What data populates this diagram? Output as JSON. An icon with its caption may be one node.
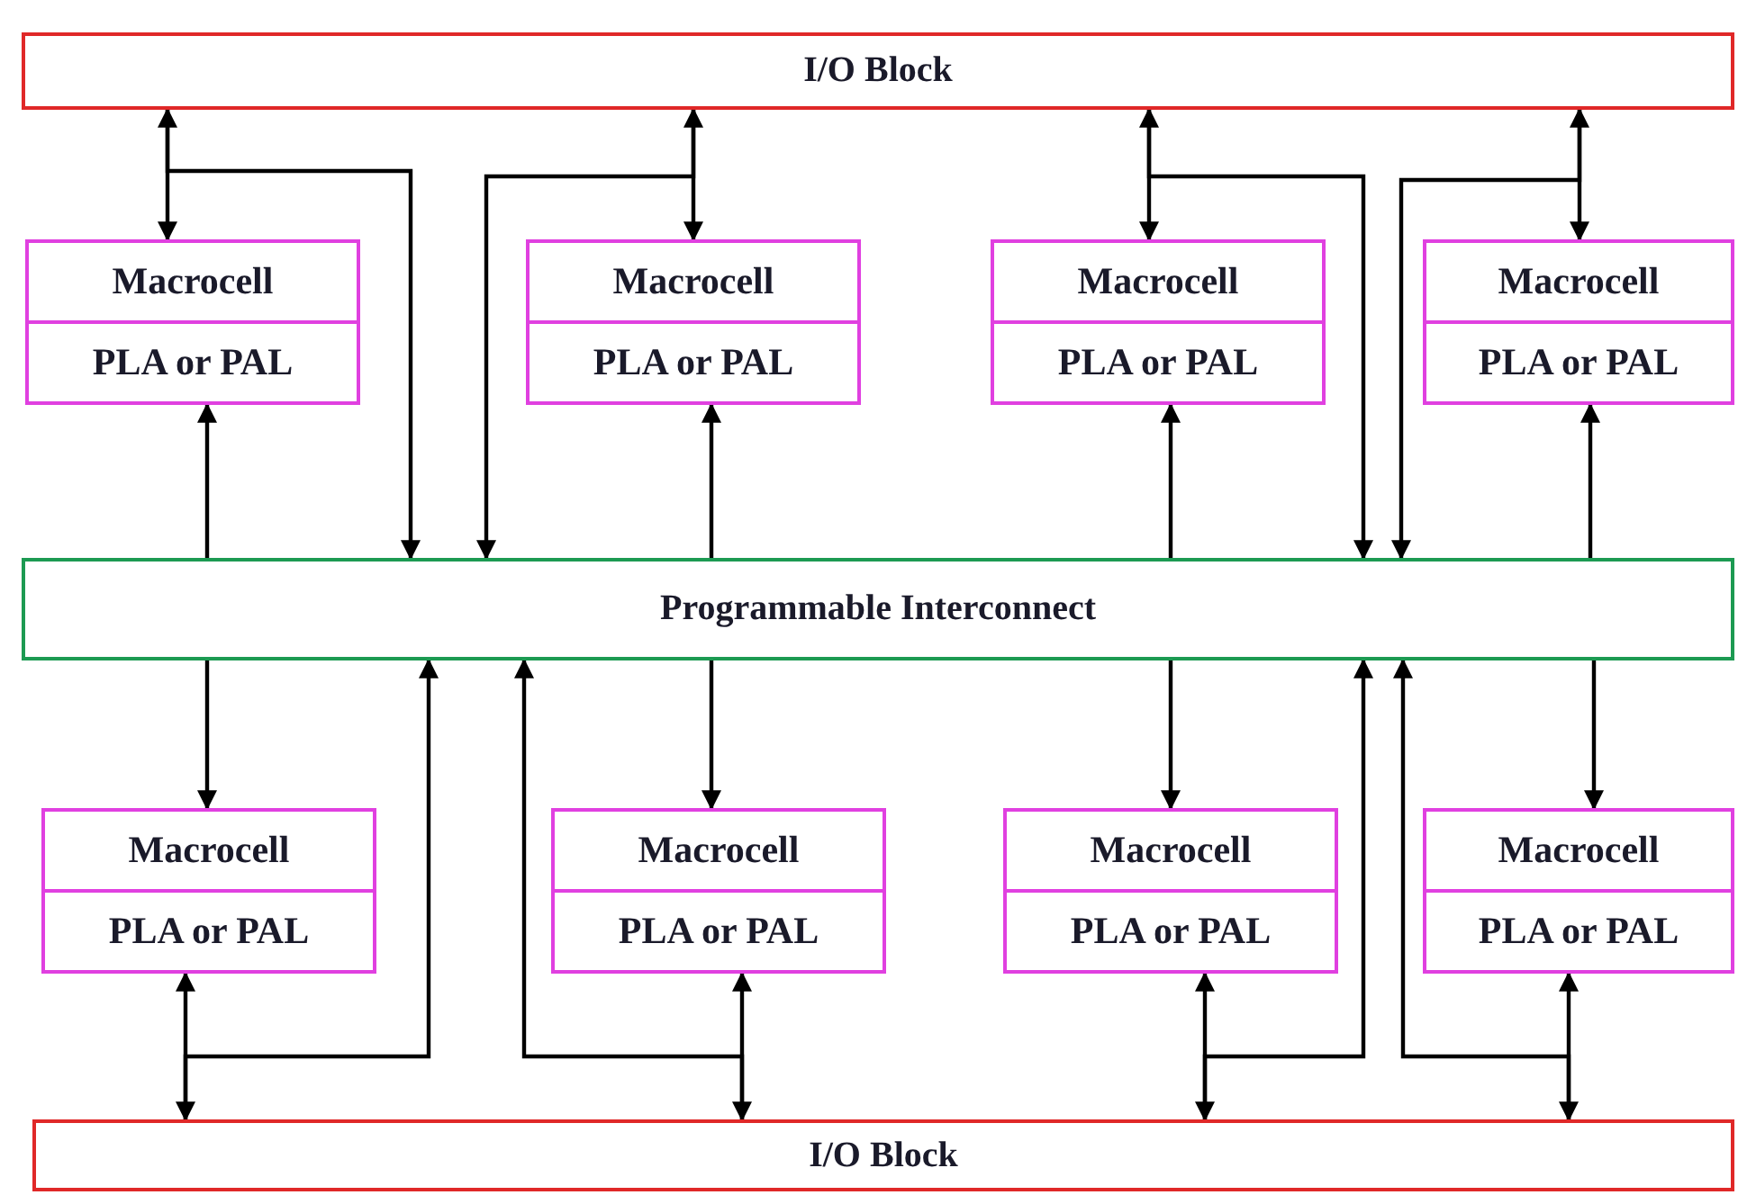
{
  "diagram": {
    "nodes": [
      {
        "text": [
          "I/O Block"
        ]
      },
      {
        "text": [
          "Macrocell",
          "PLA or PAL"
        ]
      },
      {
        "text": [
          "Macrocell",
          "PLA or PAL"
        ]
      },
      {
        "text": [
          "Macrocell",
          "PLA or PAL"
        ]
      },
      {
        "text": [
          "Macrocell",
          "PLA or PAL"
        ]
      },
      {
        "text": [
          "Programmable Interconnect"
        ]
      },
      {
        "text": [
          "Macrocell",
          "PLA or PAL"
        ]
      },
      {
        "text": [
          "Macrocell",
          "PLA or PAL"
        ]
      },
      {
        "text": [
          "Macrocell",
          "PLA or PAL"
        ]
      },
      {
        "text": [
          "Macrocell",
          "PLA or PAL"
        ]
      },
      {
        "text": [
          "I/O Block"
        ]
      }
    ],
    "edges": [
      {
        "from": 5,
        "to": 1,
        "arrow": "to"
      },
      {
        "from": 0,
        "to": 1,
        "arrow": "both"
      },
      {
        "from": 0,
        "to": 5,
        "arrow": "to"
      },
      {
        "from": 5,
        "to": 2,
        "arrow": "to"
      },
      {
        "from": 0,
        "to": 2,
        "arrow": "both"
      },
      {
        "from": 0,
        "to": 5,
        "arrow": "to"
      },
      {
        "from": 5,
        "to": 3,
        "arrow": "to"
      },
      {
        "from": 0,
        "to": 3,
        "arrow": "both"
      },
      {
        "from": 0,
        "to": 5,
        "arrow": "to"
      },
      {
        "from": 5,
        "to": 4,
        "arrow": "to"
      },
      {
        "from": 0,
        "to": 4,
        "arrow": "both"
      },
      {
        "from": 0,
        "to": 5,
        "arrow": "to"
      },
      {
        "from": 5,
        "to": 6,
        "arrow": "to"
      },
      {
        "from": 10,
        "to": 6,
        "arrow": "both"
      },
      {
        "from": 10,
        "to": 5,
        "arrow": "to"
      },
      {
        "from": 5,
        "to": 7,
        "arrow": "to"
      },
      {
        "from": 10,
        "to": 7,
        "arrow": "both"
      },
      {
        "from": 10,
        "to": 5,
        "arrow": "to"
      },
      {
        "from": 5,
        "to": 8,
        "arrow": "to"
      },
      {
        "from": 10,
        "to": 8,
        "arrow": "both"
      },
      {
        "from": 10,
        "to": 5,
        "arrow": "to"
      },
      {
        "from": 5,
        "to": 9,
        "arrow": "to"
      },
      {
        "from": 10,
        "to": 9,
        "arrow": "both"
      },
      {
        "from": 10,
        "to": 5,
        "arrow": "to"
      }
    ]
  }
}
